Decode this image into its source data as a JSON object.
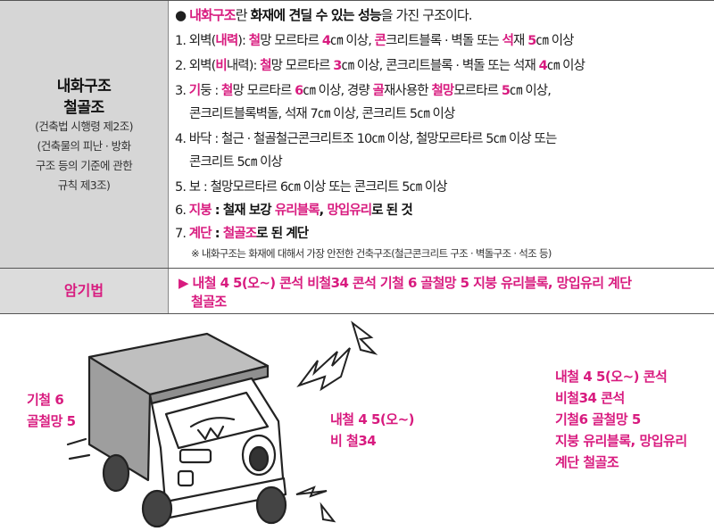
{
  "table": {
    "row1_label": {
      "title": [
        "내화구조",
        "철골조"
      ],
      "sub": [
        "(건축법 시행령 제2조)",
        "(건축물의 피난 · 방화",
        "구조 등의 기준에 관한",
        "규칙 제3조)"
      ]
    },
    "intro": {
      "bullet": "●",
      "term": "내화구조",
      "mid": "란 ",
      "desc": "화재에 견딜 수 있는 성능",
      "end": "을 가진 구조이다."
    },
    "items": {
      "i1": [
        "1. 외벽(",
        "내력",
        "): ",
        "철",
        "망 모르타르 ",
        "4",
        "㎝ 이상, ",
        "콘",
        "크리트블록 · 벽돌 또는 ",
        "석",
        "재 ",
        "5",
        "㎝ 이상"
      ],
      "i2": [
        "2. 외벽(",
        "비",
        "내력): ",
        "철",
        "망 모르타르 ",
        "3",
        "㎝ 이상, 콘크리트블록 · 벽돌 또는 석재 ",
        "4",
        "㎝ 이상"
      ],
      "i3a": [
        "3. ",
        "기",
        "둥 : ",
        "철",
        "망 모르타르 ",
        "6",
        "㎝ 이상, 경량 ",
        "골",
        "재사용한 ",
        "철망",
        "모르타르 ",
        "5",
        "㎝ 이상,"
      ],
      "i3b": "콘크리트블록벽돌, 석재 7㎝ 이상, 콘크리트 5㎝ 이상",
      "i4a": "4. 바닥 : 철근 · 철골철근콘크리트조 10㎝ 이상, 철망모르타르 5㎝ 이상 또는",
      "i4b": "콘크리트 5㎝ 이상",
      "i5": "5. 보 : 철망모르타르 6㎝ 이상 또는 콘크리트 5㎝ 이상",
      "i6": [
        "6. ",
        "지붕",
        " : 철재 보강 ",
        "유리블록",
        ", ",
        "망입유리",
        "로 된 것"
      ],
      "i7": [
        "7. ",
        "계단",
        " : ",
        "철골조",
        "로 된 계단"
      ]
    },
    "note": "※ 내화구조는 화재에 대해서 가장 안전한 건축구조(철근콘크리트 구조 · 벽돌구조 · 석조 등)",
    "mnemonic_label": "암기법",
    "mnemonic": [
      "▶ 내철 4 5(오~) 콘석 비철34 콘석 기철 6 골철망 5 지붕 유리블록, 망입유리 계단",
      "철골조"
    ]
  },
  "illustration": {
    "left_caption": [
      "기철 6",
      "골철망 5"
    ],
    "truck_caption": [
      "내철 4 5(오~)",
      "비 철34"
    ],
    "right_caption": [
      "내철 4 5(오~) 콘석",
      "비철34 콘석",
      "기철6 골철망 5",
      "지붕 유리블록, 망입유리",
      "계단 철골조"
    ]
  },
  "colors": {
    "accent": "#d81b7f",
    "label_bg": "#d6d6d6"
  }
}
